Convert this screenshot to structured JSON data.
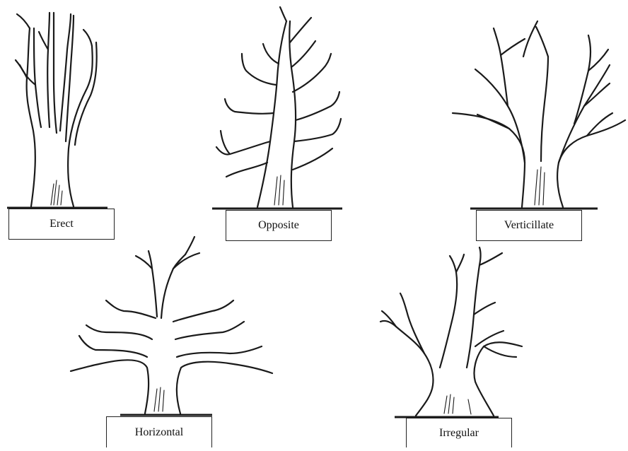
{
  "habits": [
    {
      "label": "Erect"
    },
    {
      "label": "Opposite"
    },
    {
      "label": "Verticillate"
    },
    {
      "label": "Horizontal"
    },
    {
      "label": "Irregular"
    }
  ]
}
